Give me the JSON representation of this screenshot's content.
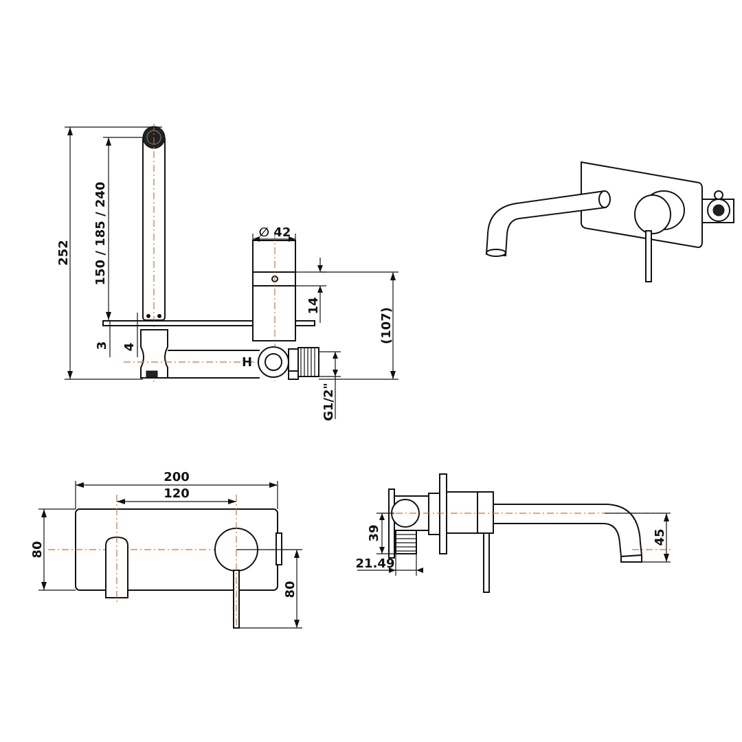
{
  "dimensions": {
    "overall_height": "252",
    "spout_lengths": "150 / 185 / 240",
    "body_diameter": "∅ 42",
    "body_offset": "14",
    "body_depth": "(107)",
    "plate_thickness": "3",
    "plate_gap": "4",
    "thread": "G1/2\"",
    "plate_width": "200",
    "spout_to_handle": "120",
    "plate_height": "80",
    "handle_drop": "80",
    "valve_height": "39",
    "valve_width": "21.49",
    "spout_drop": "45"
  },
  "labels": {
    "hot_marker": "H"
  }
}
